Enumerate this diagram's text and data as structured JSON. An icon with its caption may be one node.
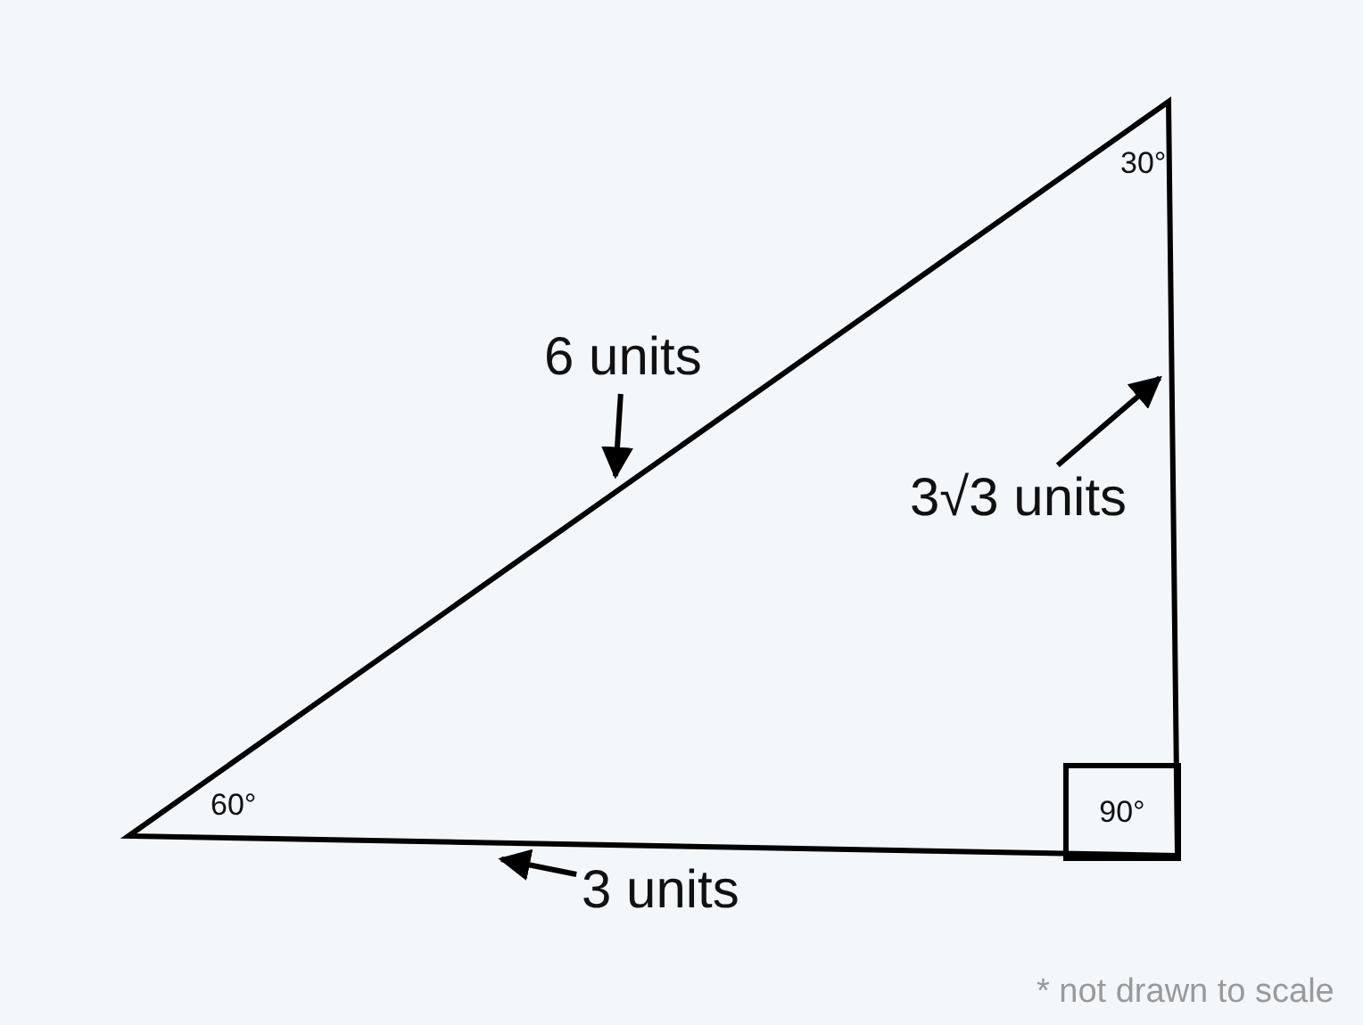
{
  "diagram": {
    "nodes": [
      {
        "text": [
          "6 units"
        ]
      },
      {
        "text": [
          "3√3 units"
        ]
      },
      {
        "text": [
          "3 units"
        ]
      },
      {
        "text": [
          "90°"
        ]
      }
    ],
    "edges": [
      {
        "from": 0,
        "to": null,
        "arrow": "to"
      },
      {
        "from": 1,
        "to": null,
        "arrow": "to"
      },
      {
        "from": 2,
        "to": null,
        "arrow": "to"
      }
    ],
    "labels": [
      "30°",
      "60°",
      "* not drawn to scale"
    ]
  }
}
